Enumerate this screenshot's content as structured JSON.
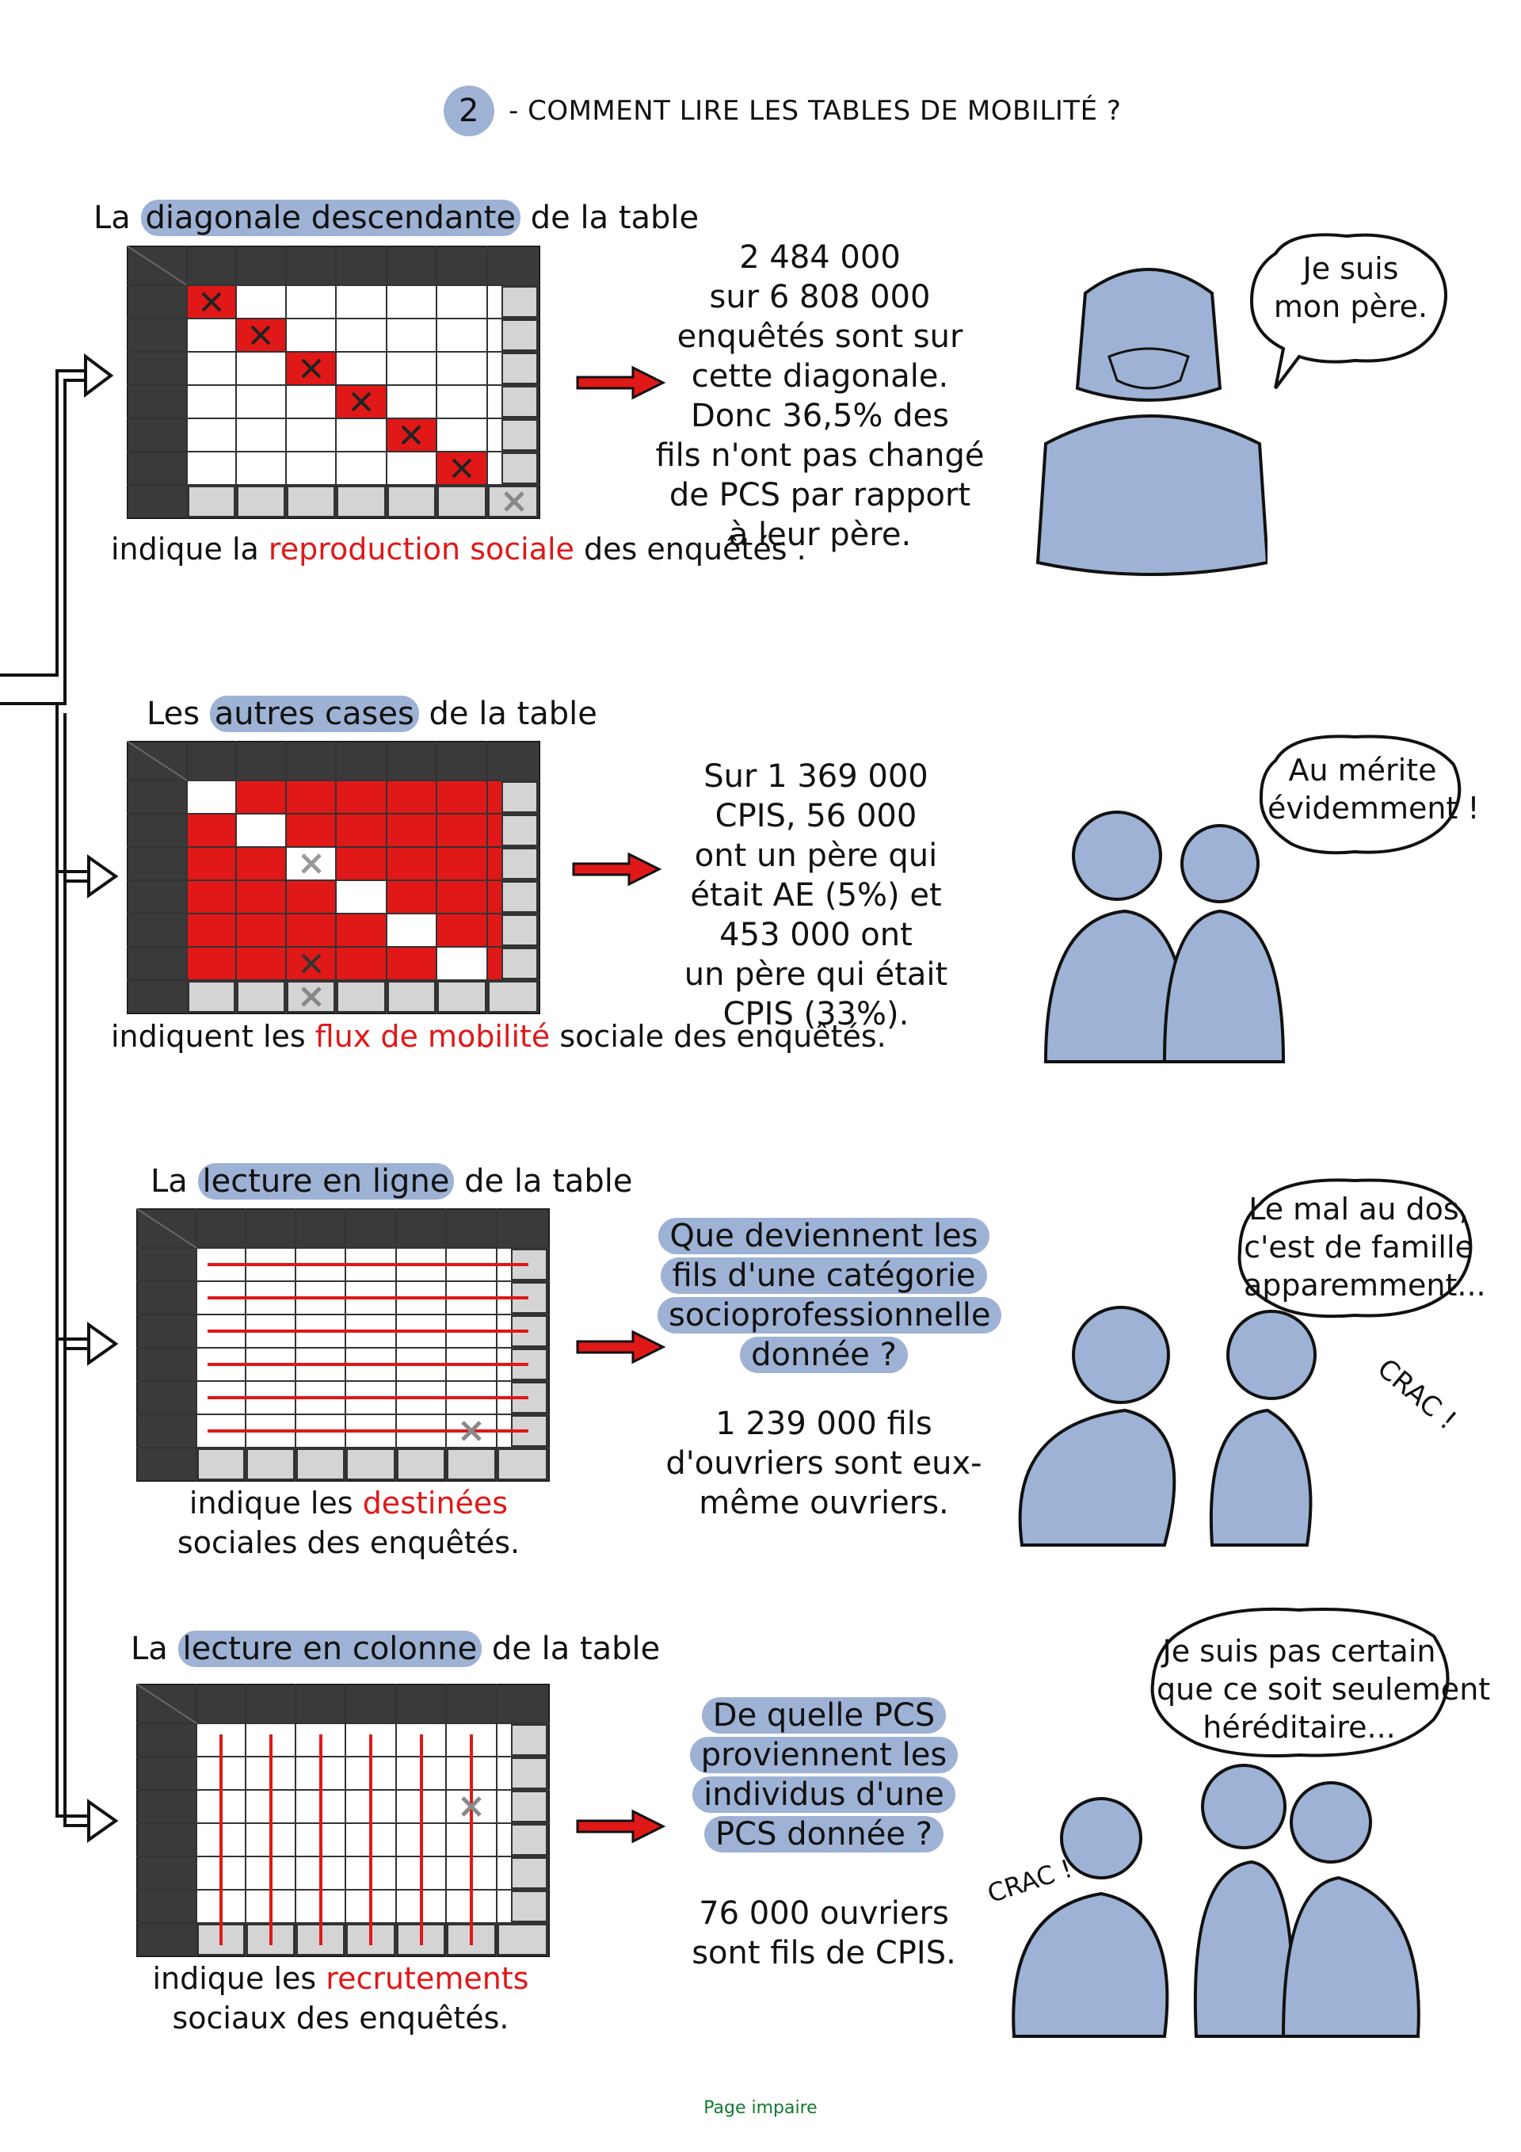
{
  "header": {
    "number": "2",
    "title": "- COMMENT LIRE LES TABLES DE MOBILITÉ ?"
  },
  "sections": [
    {
      "title_pre": "La ",
      "title_hl": "diagonale descendante",
      "title_post": " de la table",
      "caption_pre": "indique la ",
      "caption_red": "reproduction sociale",
      "caption_post": " des enquêtés .",
      "stat_lines": [
        "2 484 000",
        "sur 6 808 000",
        "enquêtés sont sur",
        "cette diagonale.",
        "Donc 36,5% des",
        "fils n'ont pas changé",
        "de PCS par rapport",
        "à leur père."
      ],
      "bubble": [
        "Je suis",
        "mon père."
      ]
    },
    {
      "title_pre": "Les ",
      "title_hl": "autres cases",
      "title_post": " de la table",
      "caption_pre": "indiquent les ",
      "caption_red": "flux de mobilité",
      "caption_post": " sociale des enquêtés.",
      "stat_lines": [
        "Sur 1 369 000",
        "CPIS, 56 000",
        "ont un père qui",
        "était AE (5%) et",
        "453 000 ont",
        "un père qui était",
        "CPIS (33%)."
      ],
      "bubble": [
        "Au mérite",
        "évidemment !"
      ]
    },
    {
      "title_pre": "La ",
      "title_hl": "lecture en ligne",
      "title_post": " de la table",
      "caption_pre": "indique les ",
      "caption_red": "destinées",
      "caption_post": " sociales des enquêtés.",
      "question_lines": [
        "Que deviennent les",
        "fils d'une catégorie",
        "socioprofessionnelle",
        "donnée ?"
      ],
      "stat_lines": [
        "1 239 000 fils",
        "d'ouvriers sont eux-",
        "même ouvriers."
      ],
      "bubble": [
        "Le mal au dos,",
        "c'est de famille",
        "apparemment..."
      ],
      "sound": "CRAC !"
    },
    {
      "title_pre": "La ",
      "title_hl": "lecture en colonne",
      "title_post": " de la table",
      "caption_pre": "indique les ",
      "caption_red": "recrutements",
      "caption_post": " sociaux des enquêtés.",
      "question_lines": [
        "De quelle PCS",
        "proviennent les",
        "individus d'une",
        "PCS donnée ?"
      ],
      "stat_lines": [
        "76 000 ouvriers",
        "sont fils de CPIS."
      ],
      "bubble": [
        "Je suis pas certain",
        "que ce soit seulement",
        "héréditaire..."
      ],
      "sound": "CRAC !"
    }
  ],
  "footer": "Page impaire",
  "colors": {
    "highlight": "#9db2d4",
    "red": "#e01818",
    "dark": "#3a3a3a",
    "grey": "#d0d0d0"
  }
}
